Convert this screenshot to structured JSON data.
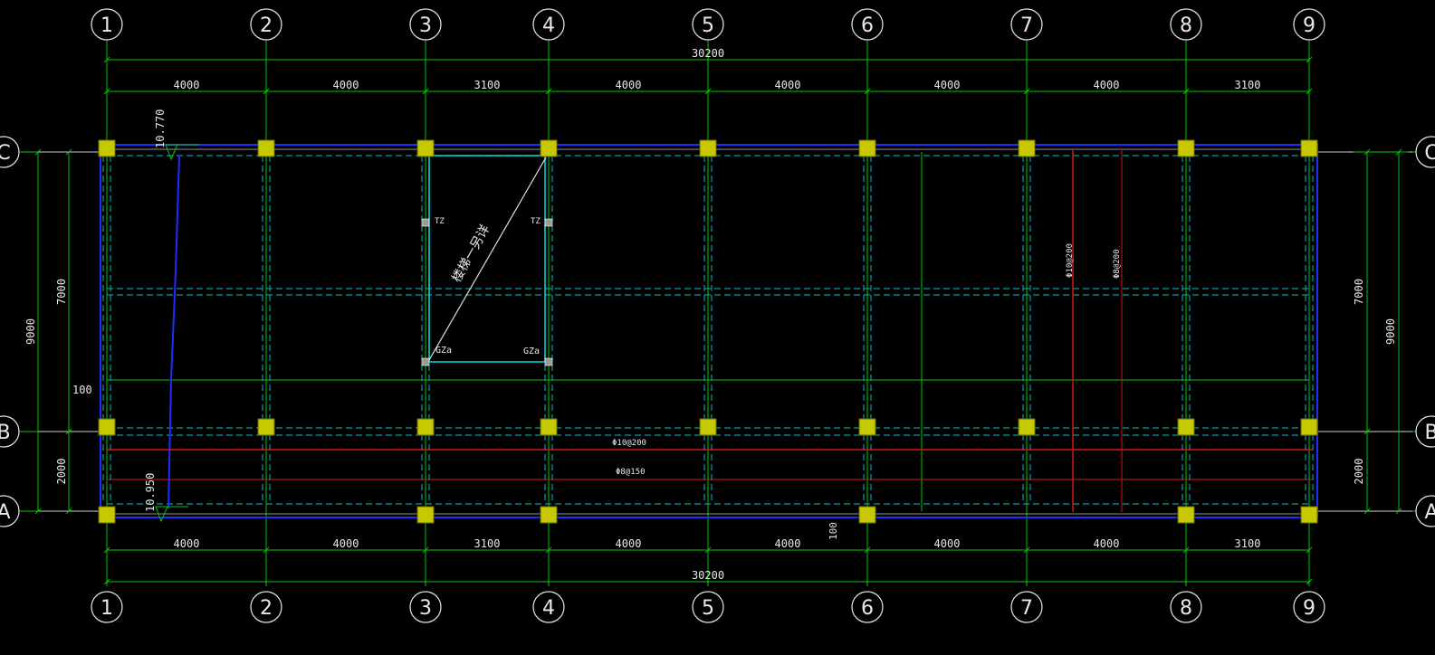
{
  "colors": {
    "background": "#000000",
    "grid_line": "#00c800",
    "dimension": "#00c800",
    "beam_dashed": "#00a0a0",
    "column": "#c8c800",
    "slab_edge": "#1e2cff",
    "rebar": "#d01818",
    "stair_outline": "#00dcdc",
    "text": "#e8e8e8"
  },
  "axes": {
    "vertical": [
      "1",
      "2",
      "3",
      "4",
      "5",
      "6",
      "7",
      "8",
      "9"
    ],
    "horizontal": [
      "C",
      "B",
      "A"
    ]
  },
  "dimensions": {
    "overall": "30200",
    "bays": [
      "4000",
      "4000",
      "3100",
      "4000",
      "4000",
      "4000",
      "4000",
      "3100"
    ],
    "left_vertical": {
      "overall": "9000",
      "parts": [
        "7000",
        "2000"
      ]
    },
    "right_vertical": {
      "overall": "9000",
      "parts": [
        "7000",
        "2000"
      ]
    },
    "offset_left": "100",
    "offset_bottom": "100"
  },
  "annotations": {
    "elevation_top": "10.770",
    "elevation_bottom": "10.950",
    "stair_note": "楼梯一另详",
    "tz": "TZ",
    "gza": "GZa",
    "rebar_h1": "Φ10@200",
    "rebar_h2": "Φ8@150",
    "rebar_v1": "Φ10@200",
    "rebar_v2": "Φ8@200"
  }
}
